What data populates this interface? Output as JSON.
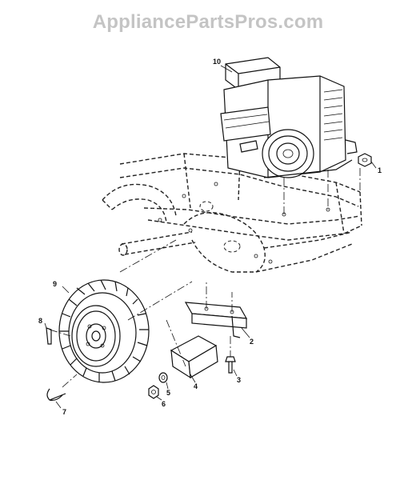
{
  "watermark": "AppliancePartsPros.com",
  "callouts": [
    {
      "id": "1",
      "label": "1"
    },
    {
      "id": "2",
      "label": "2"
    },
    {
      "id": "3",
      "label": "3"
    },
    {
      "id": "4",
      "label": "4"
    },
    {
      "id": "5",
      "label": "5"
    },
    {
      "id": "6",
      "label": "6"
    },
    {
      "id": "7",
      "label": "7"
    },
    {
      "id": "8",
      "label": "8"
    },
    {
      "id": "9",
      "label": "9"
    },
    {
      "id": "10",
      "label": "10"
    }
  ]
}
